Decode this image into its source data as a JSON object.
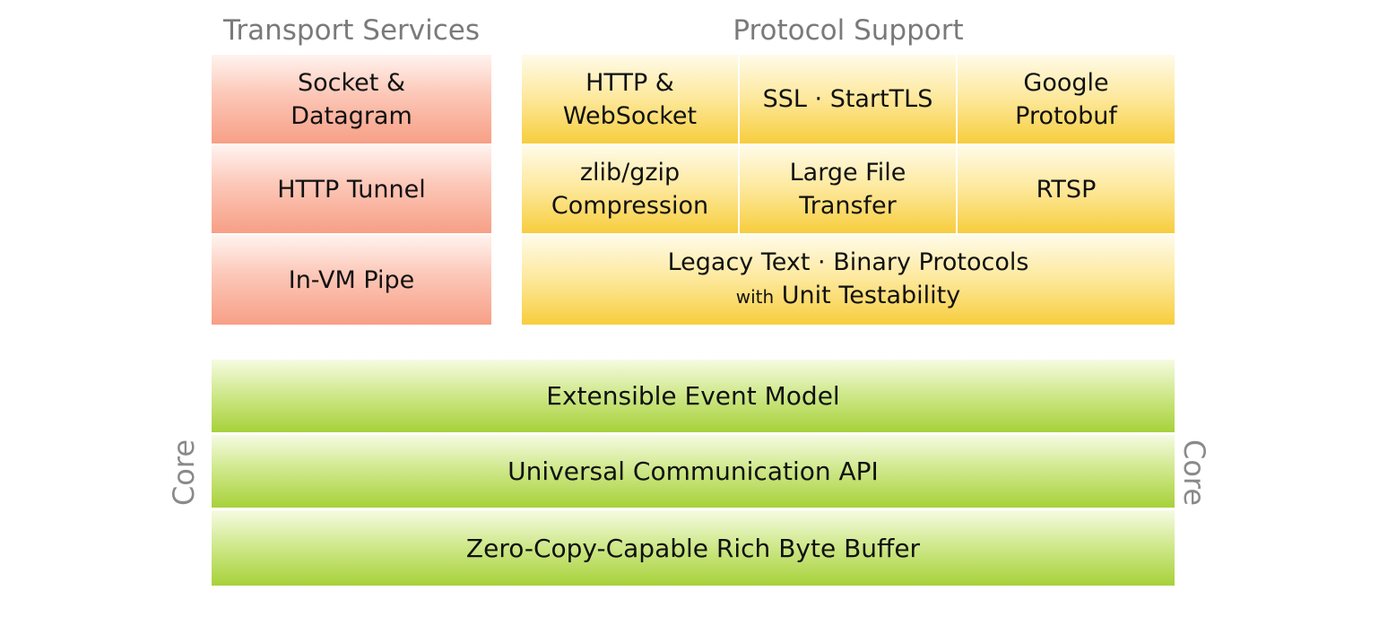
{
  "headings": {
    "transport": "Transport Services",
    "protocol": "Protocol Support"
  },
  "transport": {
    "socket": [
      "Socket &",
      "Datagram"
    ],
    "http_tunnel": "HTTP Tunnel",
    "in_vm_pipe": "In-VM Pipe"
  },
  "protocol": {
    "http_ws": [
      "HTTP &",
      "WebSocket"
    ],
    "ssl": "SSL · StartTLS",
    "protobuf": [
      "Google",
      "Protobuf"
    ],
    "zlib": [
      "zlib/gzip",
      "Compression"
    ],
    "large_file": [
      "Large File",
      "Transfer"
    ],
    "rtsp": "RTSP",
    "legacy_line1": "Legacy Text · Binary Protocols",
    "legacy_with": "with",
    "legacy_line2": "Unit Testability"
  },
  "core": {
    "label_left": "Core",
    "label_right": "Core",
    "event_model": "Extensible Event Model",
    "comm_api": "Universal Communication API",
    "byte_buffer": "Zero-Copy-Capable Rich Byte Buffer"
  },
  "colors": {
    "transport": "#f9a58c",
    "protocol": "#f8d048",
    "core": "#a9d23c"
  }
}
